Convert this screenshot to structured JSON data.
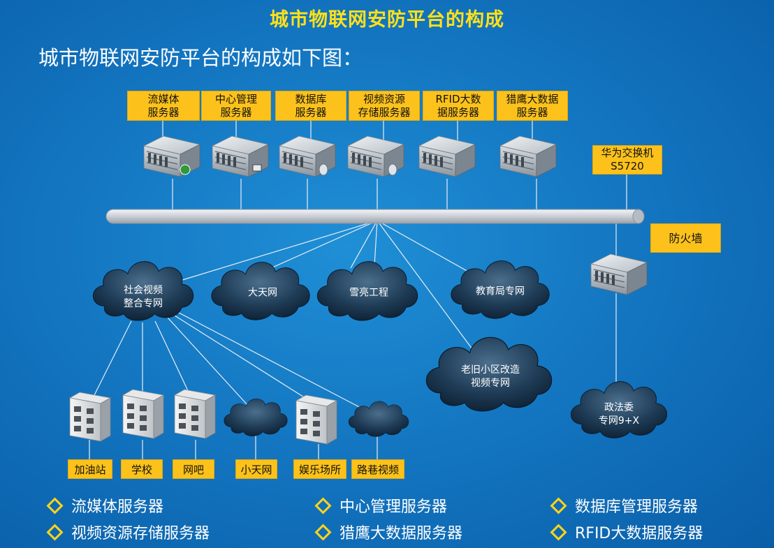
{
  "title": "城市物联网安防平台的构成",
  "subtitle": "城市物联网安防平台的构成如下图：",
  "servers": [
    {
      "label": "流媒体\n服务器"
    },
    {
      "label": "中心管理\n服务器"
    },
    {
      "label": "数据库\n服务器"
    },
    {
      "label": "视频资源\n存储服务器"
    },
    {
      "label": "RFID大数\n据服务器"
    },
    {
      "label": "猎鹰大数据\n服务器"
    }
  ],
  "switch": {
    "label": "华为交换机\nS5720"
  },
  "firewall": {
    "label": "防火墙"
  },
  "clouds": [
    {
      "label": "社会视频\n整合专网"
    },
    {
      "label": "大天网"
    },
    {
      "label": "雪亮工程"
    },
    {
      "label": "教育局专网"
    },
    {
      "label": "老旧小区改造\n视频专网"
    },
    {
      "label": "政法委\n专网9+X"
    }
  ],
  "endpoints": [
    {
      "label": "加油站"
    },
    {
      "label": "学校"
    },
    {
      "label": "网吧"
    },
    {
      "label": "小天网"
    },
    {
      "label": "娱乐场所"
    },
    {
      "label": "路巷视频"
    }
  ],
  "legend": [
    {
      "label": "流媒体服务器"
    },
    {
      "label": "中心管理服务器"
    },
    {
      "label": "数据库管理服务器"
    },
    {
      "label": "视频资源存储服务器"
    },
    {
      "label": "猎鹰大数据服务器"
    },
    {
      "label": "RFID大数据服务器"
    }
  ],
  "colors": {
    "label_bg": "#fcc21b",
    "title": "#ffe11a",
    "background": "#1477c2"
  }
}
